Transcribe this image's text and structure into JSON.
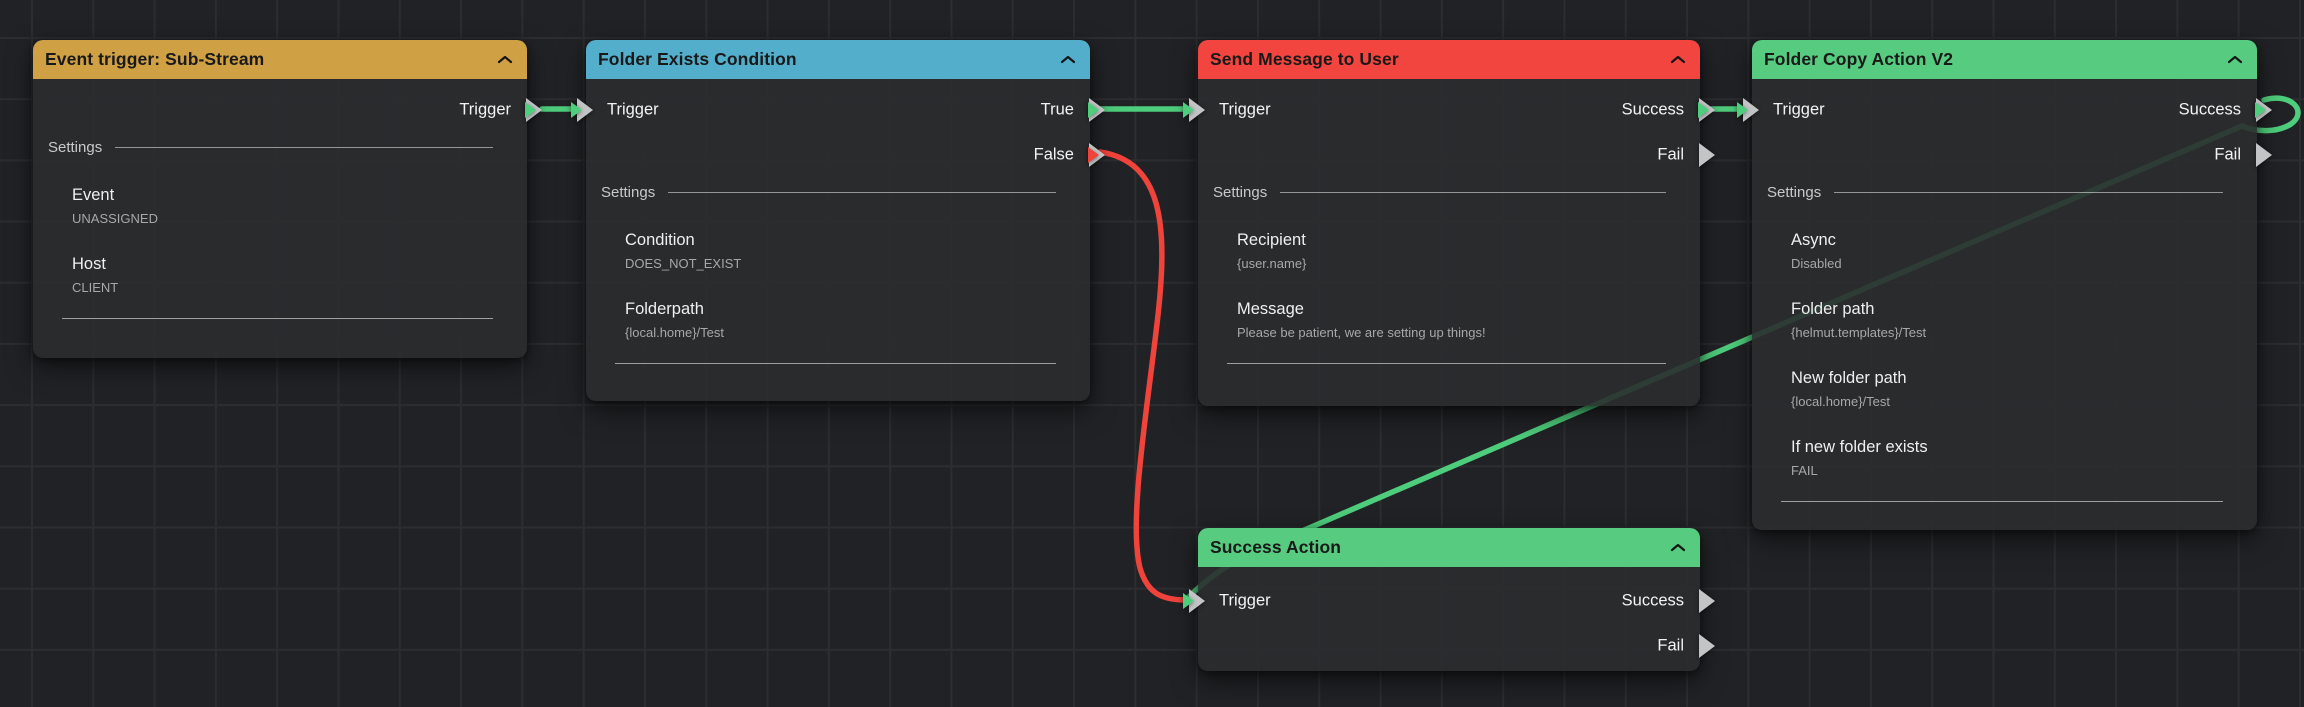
{
  "colors": {
    "background": "#212225",
    "grid_line": "#2c2d30",
    "node_body": "rgba(43,44,47,0.9)",
    "header_gold": "#cfa144",
    "header_blue": "#53aecb",
    "header_red": "#f2453f",
    "header_green": "#57cb7f",
    "wire_green": "#4ecd7c",
    "wire_red": "#f0433c",
    "port_silver": "#c3c4c6"
  },
  "nodes": [
    {
      "title": "Event trigger: Sub-Stream",
      "settings_label": "Settings",
      "outputs": [
        {
          "label": "Trigger"
        }
      ],
      "settings": [
        {
          "label": "Event",
          "value": "UNASSIGNED"
        },
        {
          "label": "Host",
          "value": "CLIENT"
        }
      ]
    },
    {
      "title": "Folder Exists Condition",
      "settings_label": "Settings",
      "inputs": [
        {
          "label": "Trigger"
        }
      ],
      "outputs": [
        {
          "label": "True"
        },
        {
          "label": "False"
        }
      ],
      "settings": [
        {
          "label": "Condition",
          "value": "DOES_NOT_EXIST"
        },
        {
          "label": "Folderpath",
          "value": "{local.home}/Test"
        }
      ]
    },
    {
      "title": "Send Message to User",
      "settings_label": "Settings",
      "inputs": [
        {
          "label": "Trigger"
        }
      ],
      "outputs": [
        {
          "label": "Success"
        },
        {
          "label": "Fail"
        }
      ],
      "settings": [
        {
          "label": "Recipient",
          "value": "{user.name}"
        },
        {
          "label": "Message",
          "value": "Please be patient, we are setting up things!"
        }
      ]
    },
    {
      "title": "Folder Copy Action V2",
      "settings_label": "Settings",
      "inputs": [
        {
          "label": "Trigger"
        }
      ],
      "outputs": [
        {
          "label": "Success"
        },
        {
          "label": "Fail"
        }
      ],
      "settings": [
        {
          "label": "Async",
          "value": "Disabled"
        },
        {
          "label": "Folder path",
          "value": "{helmut.templates}/Test"
        },
        {
          "label": "New folder path",
          "value": "{local.home}/Test"
        },
        {
          "label": "If new folder exists",
          "value": "FAIL"
        }
      ]
    },
    {
      "title": "Success Action",
      "inputs": [
        {
          "label": "Trigger"
        }
      ],
      "outputs": [
        {
          "label": "Success"
        },
        {
          "label": "Fail"
        }
      ]
    }
  ],
  "wires": [
    {
      "name": "event-trigger-to-folder-exists",
      "color_key": "green"
    },
    {
      "name": "folder-exists-true-to-send-message",
      "color_key": "green"
    },
    {
      "name": "folder-exists-false-to-success-action",
      "color_key": "red"
    },
    {
      "name": "send-message-success-to-folder-copy",
      "color_key": "green"
    },
    {
      "name": "folder-copy-success-to-success-action",
      "color_key": "green"
    }
  ]
}
